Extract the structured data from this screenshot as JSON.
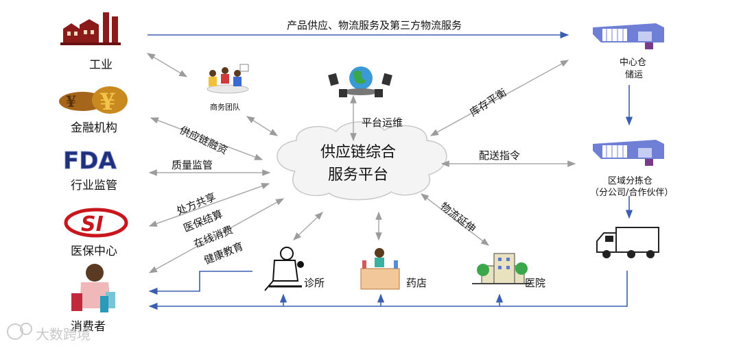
{
  "center": {
    "line1": "供应链综合",
    "line2": "服务平台"
  },
  "left_entities": {
    "industry": "工业",
    "finance": "金融机构",
    "regulator": "行业监管",
    "insurance": "医保中心",
    "consumer": "消费者",
    "fda_logo": "FDA",
    "si_logo": "SI"
  },
  "right_entities": {
    "central_warehouse_1": "中心仓",
    "central_warehouse_2": "储运",
    "regional_warehouse": "区域分拣仓",
    "regional_note": "（分公司/合作伙伴）"
  },
  "bottom_entities": {
    "clinic": "诊所",
    "pharmacy": "药店",
    "hospital": "医院"
  },
  "business_team": "商务团队",
  "edge_labels": {
    "top_flow": "产品供应、物流服务及第三方物流服务",
    "finance_link": "供应链融资",
    "quality": "质量监管",
    "services": [
      "处方共享",
      "医保结算",
      "在线消费",
      "健康教育"
    ],
    "platform_ops": "平台运维",
    "inventory": "库存平衡",
    "dispatch": "配送指令",
    "logistics": "物流延伸"
  },
  "watermark": "大数跨境",
  "colors": {
    "blue_arrow": "#3a5fb0",
    "gray_arrow": "#a9a9a9",
    "cloud": "#f4f4f4",
    "brick": "#8b1a1a",
    "warehouse": "#6f7fd6"
  }
}
